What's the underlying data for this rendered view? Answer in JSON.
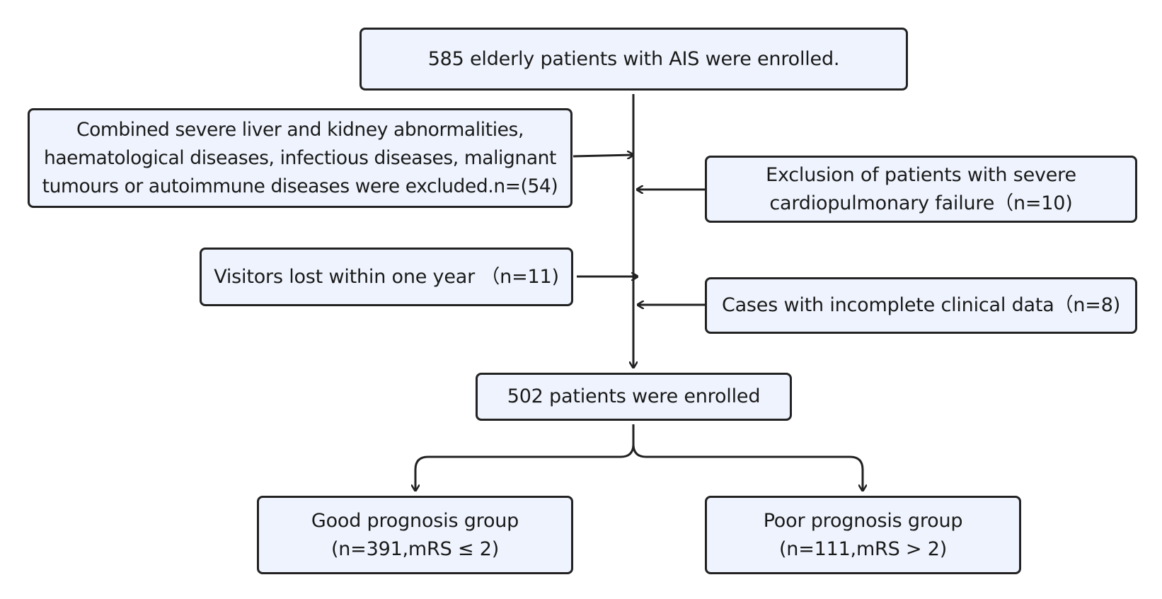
{
  "flowchart": {
    "enrolled_initial": "585 elderly patients with AIS were enrolled.",
    "exclusion_organ": "Combined severe liver and kidney abnormalities,\nhaematological diseases, infectious diseases, malignant\ntumours or autoimmune diseases were excluded.n=(54)",
    "exclusion_cardio": "Exclusion of patients with severe\ncardiopulmonary failure（n=10)",
    "lost_followup": "Visitors lost within one year （n=11)",
    "incomplete_data": "Cases with incomplete clinical data（n=8)",
    "enrolled_final": "502 patients were enrolled",
    "good_prognosis": "Good prognosis group\n(n=391,mRS ≤ 2)",
    "poor_prognosis": "Poor prognosis group\n(n=111,mRS > 2)"
  },
  "colors": {
    "box_fill": "#eef3fd",
    "stroke": "#222222",
    "text": "#1a1a1a",
    "background": "#ffffff"
  }
}
